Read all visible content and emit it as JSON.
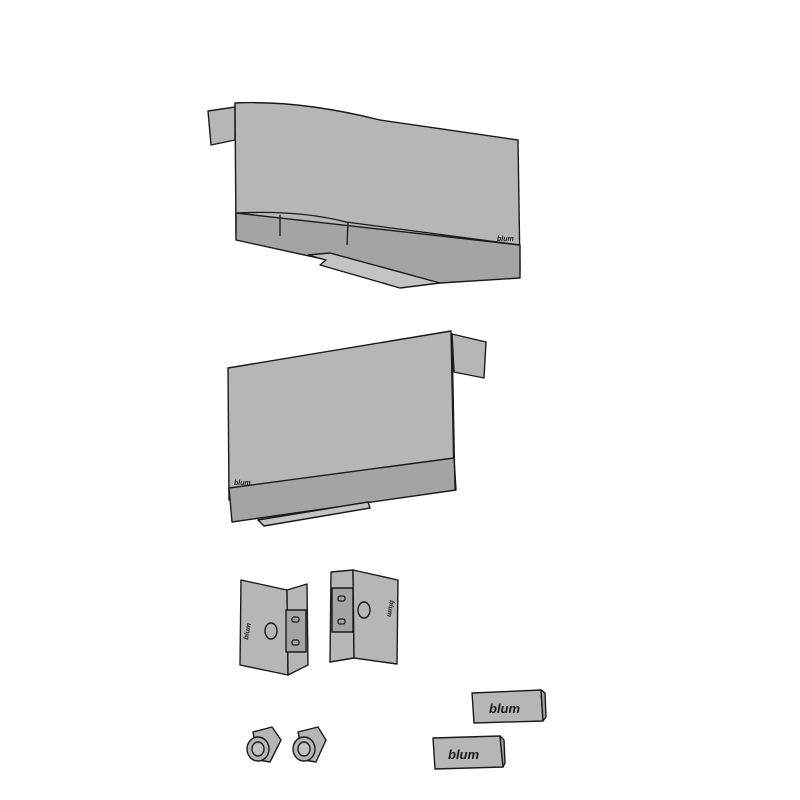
{
  "figure": {
    "background": "#ffffff",
    "part_color": "#b6b6b8",
    "outline_color": "#1a1a1a",
    "brand": "blum"
  },
  "parts": [
    {
      "name": "left-cover-cap",
      "logo": "blum"
    },
    {
      "name": "right-cover-cap",
      "logo": "blum"
    },
    {
      "name": "mounting-bracket-left",
      "logo": "blum"
    },
    {
      "name": "mounting-bracket-right",
      "logo": "blum"
    },
    {
      "name": "dowel-left"
    },
    {
      "name": "dowel-right"
    },
    {
      "name": "logo-plate-top",
      "logo": "blum"
    },
    {
      "name": "logo-plate-bottom",
      "logo": "blum"
    }
  ]
}
